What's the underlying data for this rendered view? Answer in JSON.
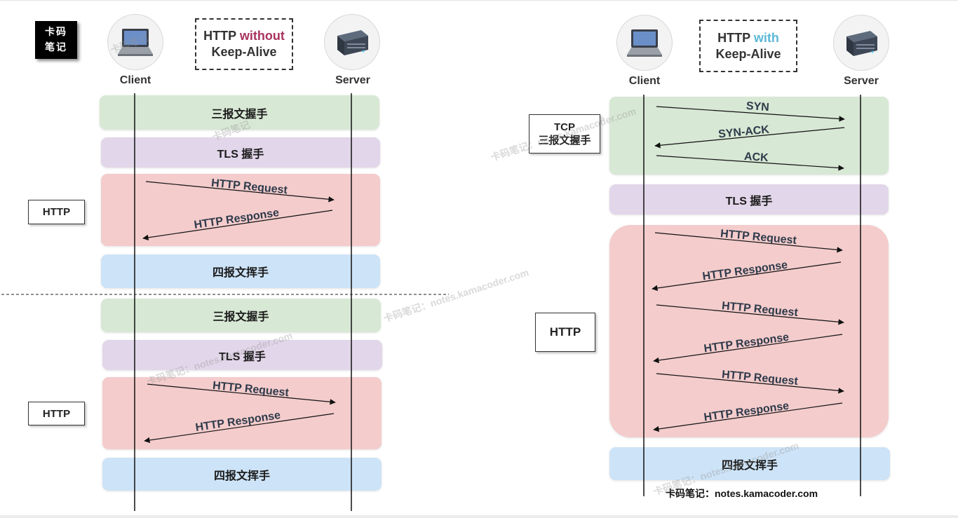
{
  "logo": {
    "line1": "卡码",
    "line2": "笔记"
  },
  "left": {
    "title_prefix": "HTTP",
    "title_highlight": "without",
    "title_suffix": "Keep-Alive",
    "client_label": "Client",
    "server_label": "Server",
    "bands": [
      {
        "label": "三报文握手"
      },
      {
        "label": "TLS 握手"
      },
      {
        "label": ""
      },
      {
        "label": "四报文挥手"
      },
      {
        "label": "三报文握手"
      },
      {
        "label": "TLS 握手"
      },
      {
        "label": ""
      },
      {
        "label": "四报文挥手"
      }
    ],
    "side_boxes": [
      {
        "label": "HTTP"
      },
      {
        "label": "HTTP"
      }
    ],
    "messages": [
      {
        "label": "HTTP Request"
      },
      {
        "label": "HTTP Response"
      },
      {
        "label": "HTTP Request"
      },
      {
        "label": "HTTP Response"
      }
    ]
  },
  "right": {
    "title_prefix": "HTTP",
    "title_highlight": "with",
    "title_suffix": "Keep-Alive",
    "client_label": "Client",
    "server_label": "Server",
    "tcp_box": {
      "line1": "TCP",
      "line2": "三报文握手"
    },
    "http_box": {
      "label": "HTTP"
    },
    "bands": [
      {
        "label": ""
      },
      {
        "label": "TLS 握手"
      },
      {
        "label": ""
      },
      {
        "label": "四报文挥手"
      }
    ],
    "messages": [
      {
        "label": "SYN"
      },
      {
        "label": "SYN-ACK"
      },
      {
        "label": "ACK"
      },
      {
        "label": "HTTP Request"
      },
      {
        "label": "HTTP Response"
      },
      {
        "label": "HTTP Request"
      },
      {
        "label": "HTTP Response"
      },
      {
        "label": "HTTP Request"
      },
      {
        "label": "HTTP Response"
      }
    ],
    "footer": "卡码笔记：notes.kamacoder.com"
  },
  "watermarks": [
    {
      "text": "卡码笔记"
    },
    {
      "text": "卡码笔记"
    },
    {
      "text": "卡码笔记：notes.kamacoder.com"
    },
    {
      "text": "卡码笔记：notes.kamacoder.com"
    },
    {
      "text": "卡码笔记：notes.kamacoder.com"
    },
    {
      "text": "卡码笔记：notes.kamacoder.com"
    }
  ],
  "colors": {
    "without_accent": "#a8325e",
    "with_accent": "#5bb8d6",
    "handshake_green": "#d7e8d4",
    "tls_purple": "#e2d6ea",
    "http_red": "#f4cccc",
    "close_blue": "#cde3f7"
  }
}
